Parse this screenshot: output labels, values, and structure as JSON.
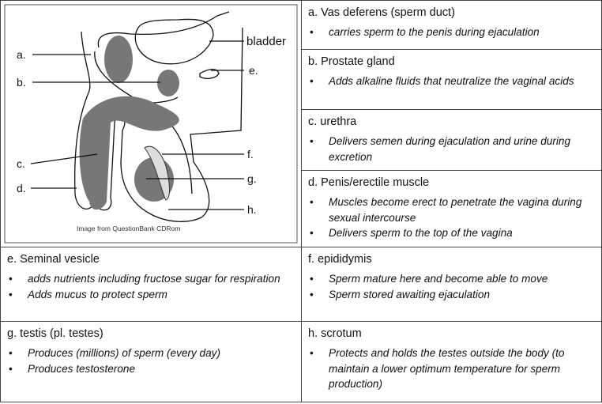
{
  "diagram": {
    "labels": {
      "a": "a.",
      "b": "b.",
      "c": "c.",
      "d": "d.",
      "e": "e.",
      "f": "f.",
      "g": "g.",
      "h": "h.",
      "bladder": "bladder"
    },
    "caption": "Image from QuestionBank CDRom"
  },
  "cells": [
    {
      "heading": "a. Vas deferens (sperm duct)",
      "bullets": [
        "carries sperm to the penis during ejaculation"
      ]
    },
    {
      "heading": "b. Prostate gland",
      "bullets": [
        "Adds alkaline fluids that neutralize the vaginal acids"
      ]
    },
    {
      "heading": "c. urethra",
      "bullets": [
        "Delivers semen during ejaculation and urine during excretion"
      ]
    },
    {
      "heading": "d. Penis/erectile muscle",
      "bullets": [
        "Muscles become erect to penetrate the vagina during sexual intercourse",
        "Delivers sperm to the top of the vagina"
      ]
    },
    {
      "heading": "e. Seminal vesicle",
      "bullets": [
        "adds nutrients including fructose sugar for respiration",
        "Adds mucus to protect sperm"
      ]
    },
    {
      "heading": "f. epididymis",
      "bullets": [
        "Sperm mature here and become able to move",
        "Sperm stored awaiting ejaculation"
      ]
    },
    {
      "heading": "g. testis (pl. testes)",
      "bullets": [
        "Produces (millions) of sperm (every day)",
        "Produces testosterone"
      ]
    },
    {
      "heading": "h. scrotum",
      "bullets": [
        "Protects and holds the testes outside the body (to maintain a lower optimum temperature for sperm production)"
      ]
    }
  ]
}
